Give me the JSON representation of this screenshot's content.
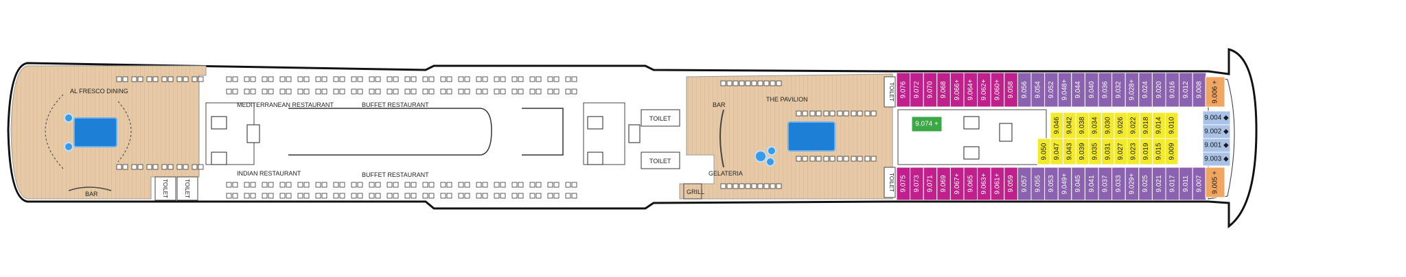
{
  "areas": {
    "al_fresco": "AL FRESCO DINING",
    "mediterranean": "MEDITERRANEAN RESTAURANT",
    "buffet_top": "BUFFET RESTAURANT",
    "indian": "INDIAN RESTAURANT",
    "buffet_bottom": "BUFFET RESTAURANT",
    "bar_aft": "BAR",
    "toilet_aft_1": "TOILET",
    "toilet_aft_2": "TOILET",
    "toilet_mid_top": "TOILET",
    "toilet_mid_bottom": "TOILET",
    "bar_pavilion": "BAR",
    "pavilion": "THE PAVILION",
    "gelateria": "GELATERIA",
    "grill": "GRILL",
    "toilet_fwd_top": "TOILET",
    "toilet_fwd_bottom": "TOILET"
  },
  "colors": {
    "deck_wood": "#e6c9a6",
    "pool": "#1e7fd6",
    "cabin_magenta": "#c0208b",
    "cabin_purple": "#8b62b0",
    "cabin_yellow": "#f2ea2a",
    "cabin_orange": "#f0a560",
    "cabin_blue": "#a9c2e6",
    "cabin_green": "#3aa845"
  },
  "cabins": {
    "top_row": [
      "9.076",
      "9.072",
      "9.070",
      "9.068",
      "9.066+",
      "9.064+",
      "9.062+",
      "9.060+",
      "9.058",
      "9.056",
      "9.054",
      "9.052",
      "9.048+",
      "9.044",
      "9.040",
      "9.036",
      "9.032",
      "9.028+",
      "9.024",
      "9.020",
      "9.016",
      "9.012",
      "9.008"
    ],
    "top_row_colors": [
      "magenta",
      "magenta",
      "magenta",
      "magenta",
      "magenta",
      "magenta",
      "magenta",
      "magenta",
      "magenta",
      "purple",
      "purple",
      "purple",
      "purple",
      "purple",
      "purple",
      "purple",
      "purple",
      "purple",
      "purple",
      "purple",
      "purple",
      "purple",
      "purple"
    ],
    "bottom_row": [
      "9.075",
      "9.073",
      "9.071",
      "9.069",
      "9.067+",
      "9.065",
      "9.063+",
      "9.061+",
      "9.059",
      "9.057",
      "9.055",
      "9.053",
      "9.049+",
      "9.045",
      "9.041",
      "9.037",
      "9.033",
      "9.029+",
      "9.025",
      "9.021",
      "9.017",
      "9.011",
      "9.007"
    ],
    "bottom_row_colors": [
      "magenta",
      "magenta",
      "magenta",
      "magenta",
      "magenta",
      "magenta",
      "magenta",
      "magenta",
      "magenta",
      "purple",
      "purple",
      "purple",
      "purple",
      "purple",
      "purple",
      "purple",
      "purple",
      "purple",
      "purple",
      "purple",
      "purple",
      "purple",
      "purple"
    ],
    "inner_top": [
      "9.046",
      "9.042",
      "9.038",
      "9.034",
      "9.030",
      "9.026",
      "9.022",
      "9.018",
      "9.014",
      "9.010"
    ],
    "inner_bottom": [
      "9.050",
      "9.047",
      "9.043",
      "9.039",
      "9.035",
      "9.031",
      "9.027",
      "9.023",
      "9.019",
      "9.015",
      "9.009"
    ],
    "inner_top_first": "9.046",
    "green": "9.074 +",
    "fwd_top": "9.006 +",
    "fwd_bottom": "9.005 +",
    "fwd_blue": [
      "9.004",
      "9.002",
      "9.001",
      "9.003"
    ]
  }
}
